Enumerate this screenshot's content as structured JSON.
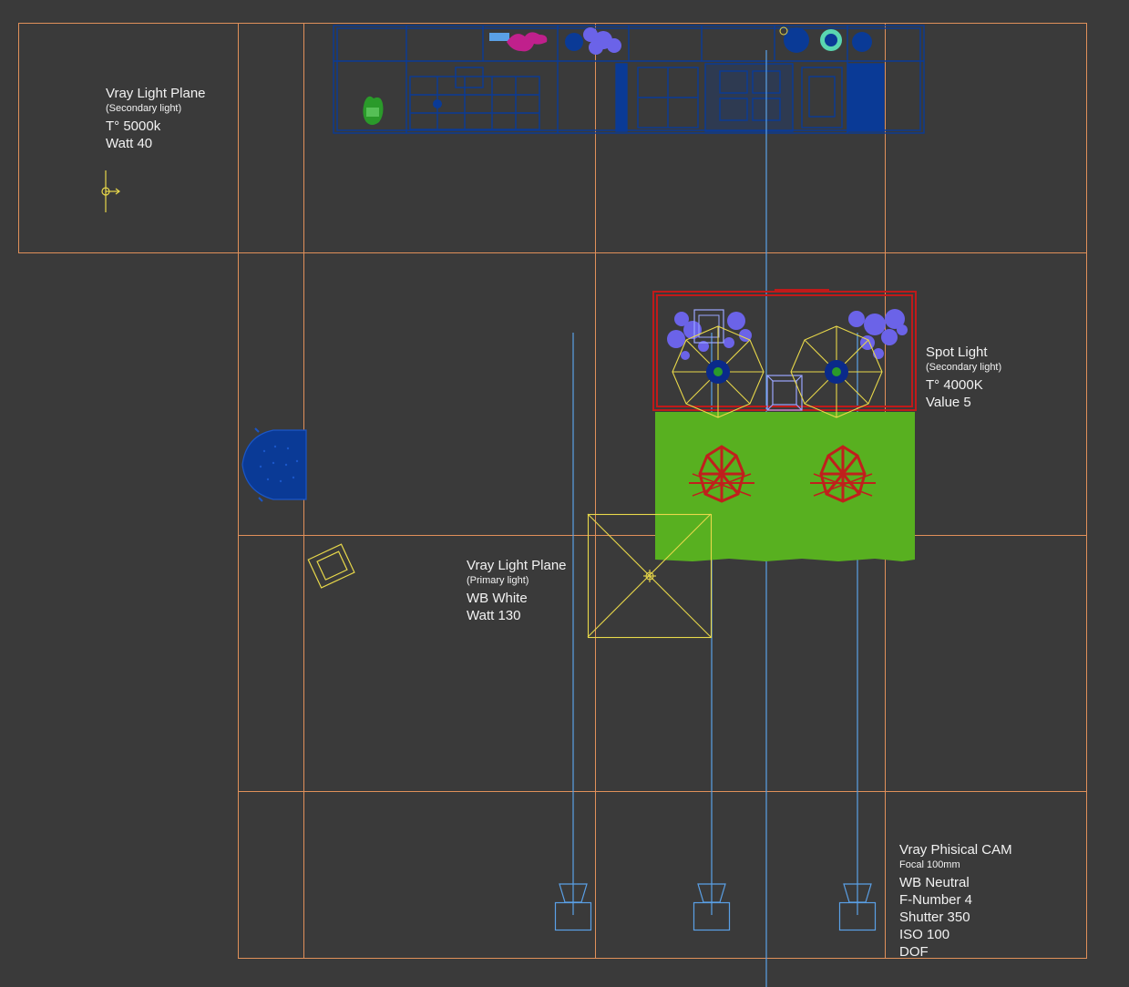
{
  "labels": {
    "secondary_plane": {
      "title": "Vray Light Plane",
      "subtitle": "(Secondary light)",
      "lines": [
        "T° 5000k",
        "Watt 40"
      ]
    },
    "spot": {
      "title": "Spot Light",
      "subtitle": "(Secondary light)",
      "lines": [
        "T° 4000K",
        "Value 5"
      ]
    },
    "primary_plane": {
      "title": "Vray Light Plane",
      "subtitle": "(Primary light)",
      "lines": [
        "WB White",
        "Watt 130"
      ]
    },
    "camera": {
      "title": "Vray Phisical CAM",
      "subtitle": "Focal 100mm",
      "lines": [
        "WB Neutral",
        "F-Number 4",
        "Shutter 350",
        "ISO 100",
        "DOF"
      ]
    }
  },
  "colors": {
    "background": "#3a3a3a",
    "grid": "#e0905a",
    "light_gizmo": "#e8d84a",
    "camera_line": "#5aa0e6",
    "furniture_blue": "#0a3a96",
    "table_red": "#c01a1a",
    "rug_green": "#58b020",
    "plant_violet": "#6b63e8",
    "lamp_red": "#c0201c",
    "accent_magenta": "#c0208c",
    "text": "#f2f2f2"
  }
}
